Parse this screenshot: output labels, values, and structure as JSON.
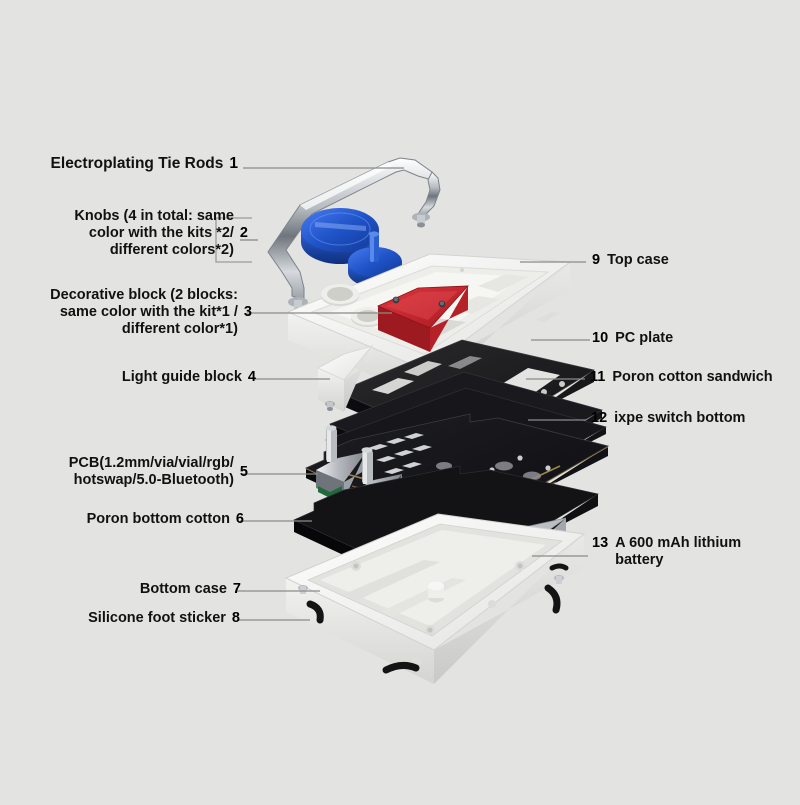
{
  "background_color": "#e3e3e2",
  "diagram": {
    "type": "exploded-view",
    "subject": "mechanical keyboard assembly",
    "part_count": 13
  },
  "colors": {
    "background": "#e3e3e2",
    "text": "#111111",
    "leader_line": "#8a8a8a",
    "case_white": "#f4f4f2",
    "plate_black": "#1b1b1b",
    "pcb_black": "#15151a",
    "pcb_gold": "#b99a4e",
    "knob_blue": "#1f53c8",
    "decor_red": "#c9242c",
    "chrome": "#c9ccd1",
    "battery_silver": "#b9bcc0",
    "battery_gold": "#c0a373",
    "wire_red": "#c0272d",
    "foam_black": "#121212"
  },
  "callouts_left": [
    {
      "num": "1",
      "label": "Electroplating Tie Rods"
    },
    {
      "num": "2",
      "label": "Knobs (4 in total: same\ncolor with the kits *2/\ndifferent colors*2)"
    },
    {
      "num": "3",
      "label": "Decorative block (2 blocks:\nsame color with the kit*1 /\ndifferent color*1)"
    },
    {
      "num": "4",
      "label": "Light guide block"
    },
    {
      "num": "5",
      "label": "PCB(1.2mm/via/vial/rgb/\nhotswap/5.0-Bluetooth)"
    },
    {
      "num": "6",
      "label": "Poron bottom cotton"
    },
    {
      "num": "7",
      "label": "Bottom case"
    },
    {
      "num": "8",
      "label": "Silicone foot sticker"
    }
  ],
  "callouts_right": [
    {
      "num": "9",
      "label": "Top case"
    },
    {
      "num": "10",
      "label": "PC plate"
    },
    {
      "num": "11",
      "label": "Poron cotton sandwich"
    },
    {
      "num": "12",
      "label": "ixpe switch bottom"
    },
    {
      "num": "13",
      "label": "A 600 mAh lithium\nbattery"
    }
  ]
}
